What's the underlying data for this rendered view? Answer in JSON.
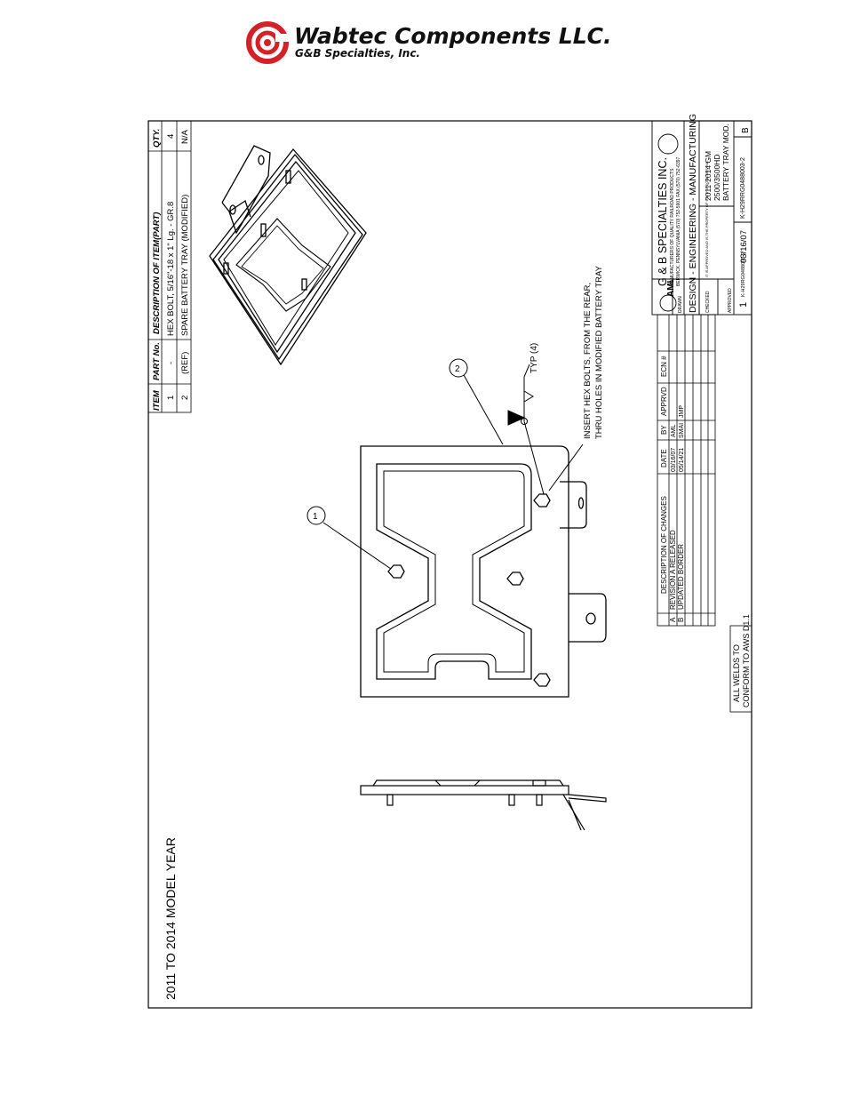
{
  "header": {
    "brand": "Wabtec Components LLC.",
    "sub": "G&B Specialties, Inc.",
    "logo_color": "#d62027"
  },
  "drawing": {
    "model_year": "2011 TO 2014 MODEL YEAR",
    "callout_1": "1",
    "callout_2": "2",
    "typ_note": "TYP (4)",
    "note_line1": "INSERT HEX BOLTS, FROM THE REAR,",
    "note_line2": "THRU HOLES IN MODIFIED BATTERY TRAY",
    "welds_line1": "ALL WELDS TO",
    "welds_line2": "CONFORM TO AWS D1.1"
  },
  "bom": {
    "headers": {
      "item": "ITEM",
      "part": "PART No.",
      "desc": "DESCRIPTION OF ITEM(PART)",
      "qty": "QTY."
    },
    "rows": [
      {
        "item": "1",
        "part": "-",
        "desc": "HEX BOLT, 5/16\"-18 x 1\" Lg. - GR.8",
        "qty": "4"
      },
      {
        "item": "2",
        "part": "(REF)",
        "desc": "SPARE BATTERY TRAY (MODIFIED)",
        "qty": "N/A"
      }
    ]
  },
  "revisions": {
    "headers": {
      "rev": "",
      "desc": "DESCRIPTION OF CHANGES",
      "date": "DATE",
      "by": "BY",
      "apprvd": "APPRVD",
      "ecn": "ECN #"
    },
    "rows": [
      {
        "rev": "A",
        "desc": "REVISION A RELEASED",
        "date": "03/16/07",
        "by": "AML",
        "apprvd": "",
        "ecn": ""
      },
      {
        "rev": "B",
        "desc": "UPDATED BORDER",
        "date": "05/14/21",
        "by": "SMAI",
        "apprvd": "JMP",
        "ecn": ""
      }
    ]
  },
  "title_block": {
    "drawn_initials": "AML",
    "drawn_label": "DRAWN",
    "checked_label": "CHECKED",
    "approved_label": "APPROVED",
    "company": "G & B SPECIALTIES INC.",
    "company_line1": "MANUFACTURERS OF QUALITY RAILROAD PRODUCTS",
    "company_line2": "BERWICK, PENNSYLVANIA (570) 752-5901   FAX (570) 752-6397",
    "dept": "DESIGN - ENGINEERING - MANUFACTURING",
    "disclaimer": "IT IS APPROVED AND IS THE PROPERTY OF G & B SPECIALTIES INC.",
    "title_line1": "2011-2014 GM",
    "title_line2": "2500/3500HD",
    "title_line3": "BATTERY TRAY MOD.",
    "sheet": "1",
    "drawing_number": "K-H29RG0488003-2",
    "date": "03/16/07",
    "part_number": "K-H29RRG0488003-2",
    "revision": "B"
  }
}
